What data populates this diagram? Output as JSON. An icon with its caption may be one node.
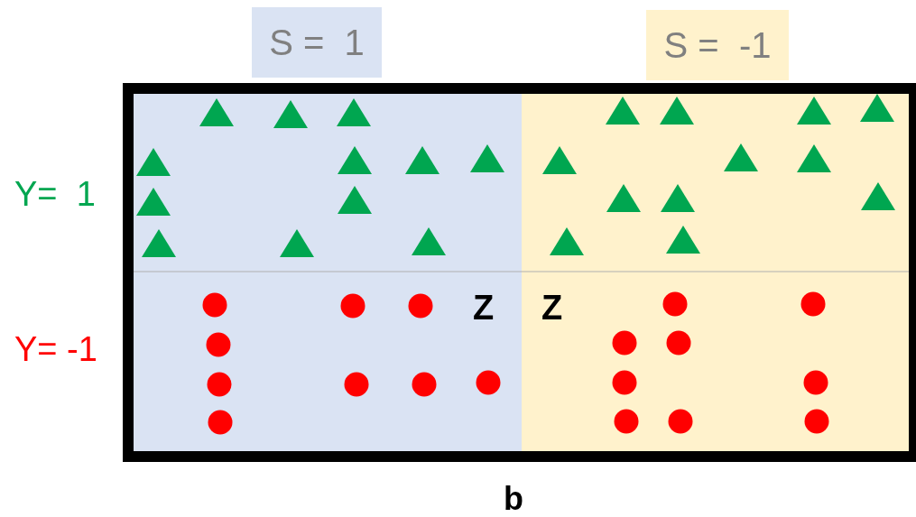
{
  "diagram": {
    "nodes": [
      {
        "text": [
          "S =  1"
        ]
      },
      {
        "text": [
          "S =  -1"
        ]
      }
    ],
    "labels": [
      "Y=  1",
      "Y= -1",
      "Z",
      "Z",
      "b"
    ]
  }
}
